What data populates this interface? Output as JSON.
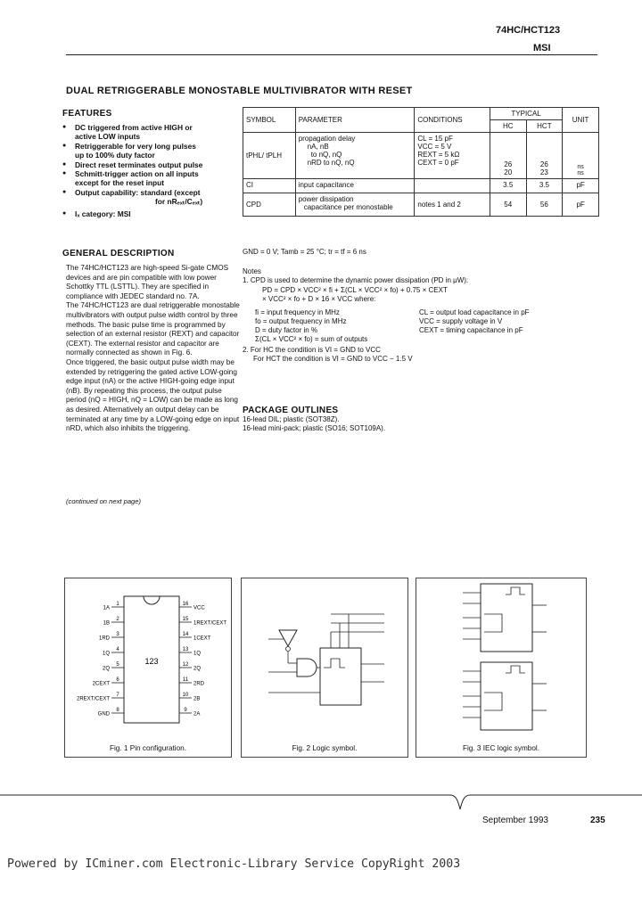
{
  "header": {
    "part_number": "74HC/HCT123",
    "category": "MSI"
  },
  "title": "DUAL RETRIGGERABLE MONOSTABLE MULTIVIBRATOR WITH RESET",
  "features": {
    "heading": "FEATURES",
    "items": [
      "DC triggered from active HIGH or",
      "active LOW inputs",
      "Retriggerable for very long pulses",
      "up to 100% duty factor",
      "Direct reset terminates output pulse",
      "Schmitt-trigger action on all inputs",
      "except for the reset input",
      "Output capability: standard (except",
      "for nRₑₓₜ/Cₑₓₜ)",
      "Iₓ category: MSI"
    ]
  },
  "general": {
    "heading": "GENERAL DESCRIPTION",
    "para1": "The 74HC/HCT123 are high-speed Si-gate CMOS devices and are pin compatible with low power Schottky TTL (LSTTL). They are specified in compliance with JEDEC standard no. 7A.",
    "para2": "The 74HC/HCT123 are dual retriggerable monostable multivibrators with output pulse width control by three methods. The basic pulse time is programmed by selection of an external resistor (REXT) and capacitor (CEXT). The external resistor and capacitor are normally connected as shown in Fig. 6.",
    "para3": "Once triggered, the basic output pulse width may be extended by retriggering the gated active LOW-going edge input (nA) or the active HIGH-going edge input (nB). By repeating this process, the output pulse period (nQ = HIGH, nQ = LOW) can be made as long as desired. Alternatively an output delay can be terminated at any time by a LOW-going edge on input nRD, which also inhibits the triggering.",
    "continued": "(continued on next page)"
  },
  "spec_table": {
    "h_symbol": "SYMBOL",
    "h_parameter": "PARAMETER",
    "h_conditions": "CONDITIONS",
    "h_typical": "TYPICAL",
    "h_unit": "UNIT",
    "h_hc": "HC",
    "h_hct": "HCT",
    "r1_symbol": "tPHL/ tPLH",
    "r1_param": "propagation delay",
    "r1_param2": "nA, nB",
    "r1_param3": "to nQ, nQ",
    "r1_param4": "nRD to nQ, nQ",
    "r1_cond": "CL = 15 pF",
    "r1_cond2": "VCC = 5 V",
    "r1_cond3": "REXT = 5 kΩ",
    "r1_cond4": "CEXT = 0 pF",
    "r1_hc_a": "26",
    "r1_hct_a": "26",
    "r1_hc_b": "20",
    "r1_hct_b": "23",
    "r1_unit_a": "ns",
    "r1_unit_b": "ns",
    "r2_symbol": "CI",
    "r2_param": "input capacitance",
    "r2_hc": "3.5",
    "r2_hct": "3.5",
    "r2_unit": "pF",
    "r3_symbol": "CPD",
    "r3_param": "power dissipation",
    "r3_param2": "capacitance per monostable",
    "r3_cond": "notes 1 and 2",
    "r3_hc": "54",
    "r3_hct": "56",
    "r3_unit": "pF"
  },
  "gnd_line": "GND = 0 V; Tamb = 25 °C; tr = tf = 6 ns",
  "notes": {
    "heading": "Notes",
    "n1": "1. CPD is used to determine the dynamic power dissipation (PD in μW):",
    "n1_eq1": "PD = CPD × VCC² × fi + Σ(CL × VCC² × fo) + 0.75 × CEXT",
    "n1_eq2": "× VCC² × fo + D × 16 × VCC where:",
    "def_fi": "fi = input frequency in MHz",
    "def_fo": "fo = output frequency in MHz",
    "def_d": "D = duty factor in %",
    "def_sum": "Σ(CL × VCC² × fo) = sum of outputs",
    "def_cl": "CL   = output load capacitance in pF",
    "def_vcc": "VCC = supply voltage in V",
    "def_cext": "CEXT = timing capacitance in pF",
    "n2a": "2. For HC   the condition is VI = GND to VCC",
    "n2b": "For HCT the condition is VI = GND to VCC − 1.5 V"
  },
  "package": {
    "heading": "PACKAGE OUTLINES",
    "line1": "16-lead DIL; plastic (SOT38Z).",
    "line2": "16-lead mini-pack; plastic (SO16; SOT109A)."
  },
  "fig1": {
    "caption": "Fig. 1  Pin configuration.",
    "chip_label": "123",
    "left_pins": [
      "1A",
      "1B",
      "1RD",
      "1Q",
      "2Q",
      "2CEXT",
      "2REXT/CEXT",
      "GND"
    ],
    "left_nums": [
      "1",
      "2",
      "3",
      "4",
      "5",
      "6",
      "7",
      "8"
    ],
    "right_pins": [
      "VCC",
      "1REXT/CEXT",
      "1CEXT",
      "1Q",
      "2Q",
      "2RD",
      "2B",
      "2A"
    ],
    "right_nums": [
      "16",
      "15",
      "14",
      "13",
      "12",
      "11",
      "10",
      "9"
    ]
  },
  "fig2": {
    "caption": "Fig. 2  Logic symbol."
  },
  "fig3": {
    "caption": "Fig. 3  IEC logic symbol."
  },
  "footer": {
    "date": "September 1993",
    "page": "235"
  },
  "watermark": "Powered by ICminer.com Electronic-Library Service CopyRight 2003"
}
